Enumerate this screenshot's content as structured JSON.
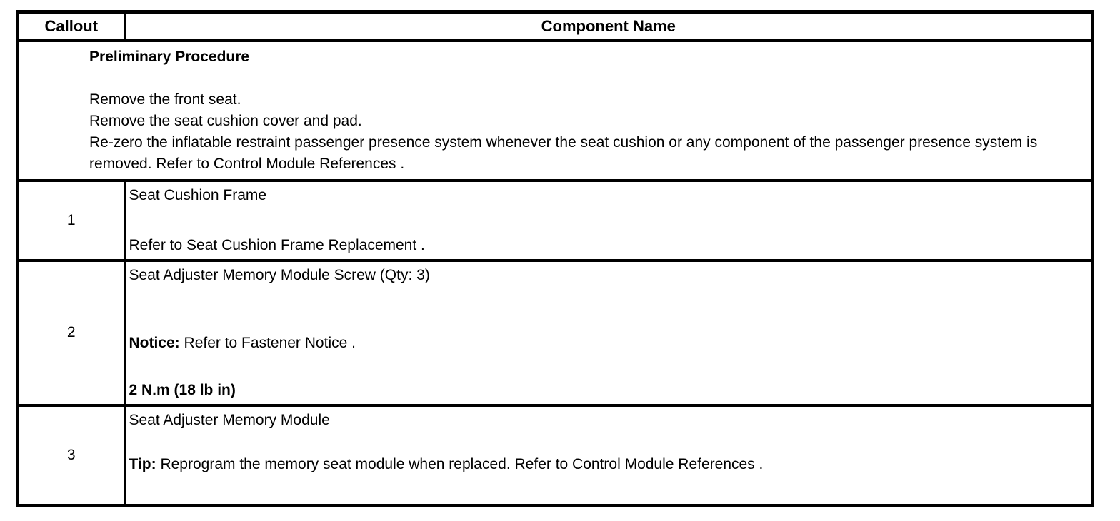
{
  "table": {
    "header": {
      "callout": "Callout",
      "component": "Component Name"
    },
    "preliminary": {
      "title": "Preliminary Procedure",
      "steps": [
        "Remove the front seat.",
        "Remove the seat cushion cover and pad.",
        "Re-zero the inflatable restraint passenger presence system whenever the seat cushion or any component of the passenger presence system is removed. Refer to Control Module References ."
      ]
    },
    "rows": [
      {
        "callout": "1",
        "name": "Seat Cushion Frame",
        "note_prefix": "",
        "note": "Refer to Seat Cushion Frame Replacement ."
      },
      {
        "callout": "2",
        "name": "Seat Adjuster Memory Module Screw (Qty: 3)",
        "note_prefix": "Notice:",
        "note": " Refer to Fastener Notice .",
        "torque": "2 N.m (18 lb in)"
      },
      {
        "callout": "3",
        "name": "Seat Adjuster Memory Module",
        "note_prefix": "Tip:",
        "note": " Reprogram the memory seat module when replaced. Refer to Control Module References ."
      }
    ]
  },
  "colors": {
    "border": "#000000",
    "background": "#ffffff",
    "text": "#000000"
  }
}
